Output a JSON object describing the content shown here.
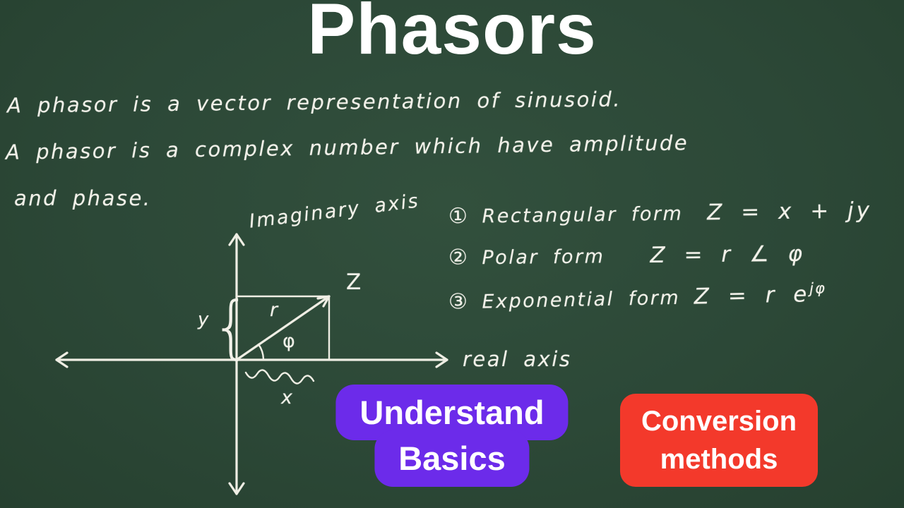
{
  "title": "Phasors",
  "intro": {
    "line1": "A phasor is a vector representation of sinusoid.",
    "line2": "A phasor is a complex number which have amplitude",
    "line3": "and phase."
  },
  "diagram": {
    "imaginary_axis": "Imaginary axis",
    "real_axis": "real axis",
    "vector": "Z",
    "magnitude": "r",
    "angle": "φ",
    "x_component": "x",
    "y_component": "y",
    "brace": "{"
  },
  "forms": [
    {
      "num": "①",
      "name": "Rectangular form",
      "formula": "Z = x + jy",
      "sup": ""
    },
    {
      "num": "②",
      "name": "Polar form",
      "formula": "Z = r ∠ φ",
      "sup": ""
    },
    {
      "num": "③",
      "name": "Exponential form",
      "formula": "Z = r e",
      "sup": "jφ"
    }
  ],
  "badges": {
    "understand": {
      "line1": "Understand",
      "line2": "Basics"
    },
    "conversion": {
      "line1": "Conversion",
      "line2": "methods"
    }
  },
  "colors": {
    "background": "#2c4837",
    "chalk": "#f2f1e9",
    "purple": "#6c2bea",
    "red": "#f3392b"
  }
}
